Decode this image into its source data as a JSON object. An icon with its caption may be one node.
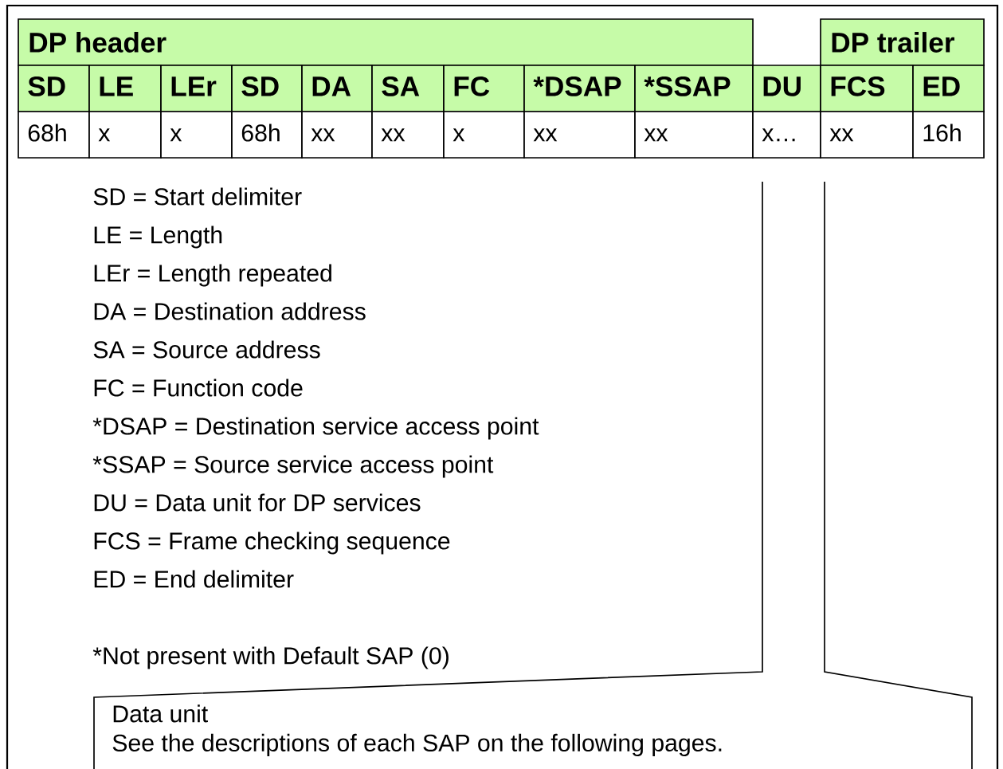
{
  "diagram": {
    "nodes": [
      {
        "text": [
          "Data unit",
          "See the descriptions of each SAP on the following pages."
        ]
      }
    ],
    "labels": [
      "DP header",
      "DP trailer",
      "SD",
      "LE",
      "LEr",
      "SD",
      "DA",
      "SA",
      "FC",
      "*DSAP",
      "*SSAP",
      "DU",
      "FCS",
      "ED",
      "68h",
      "x",
      "x",
      "68h",
      "xx",
      "xx",
      "x",
      "xx",
      "xx",
      "x…",
      "xx",
      "16h",
      "SD = Start delimiter",
      "LE = Length",
      "LEr = Length repeated",
      "DA = Destination address",
      "SA = Source address",
      "FC = Function code",
      "*DSAP = Destination service access point",
      "*SSAP = Source service access point",
      "DU = Data unit for DP services",
      "FCS = Frame checking sequence",
      "ED = End delimiter",
      "*Not present with Default SAP (0)"
    ]
  }
}
